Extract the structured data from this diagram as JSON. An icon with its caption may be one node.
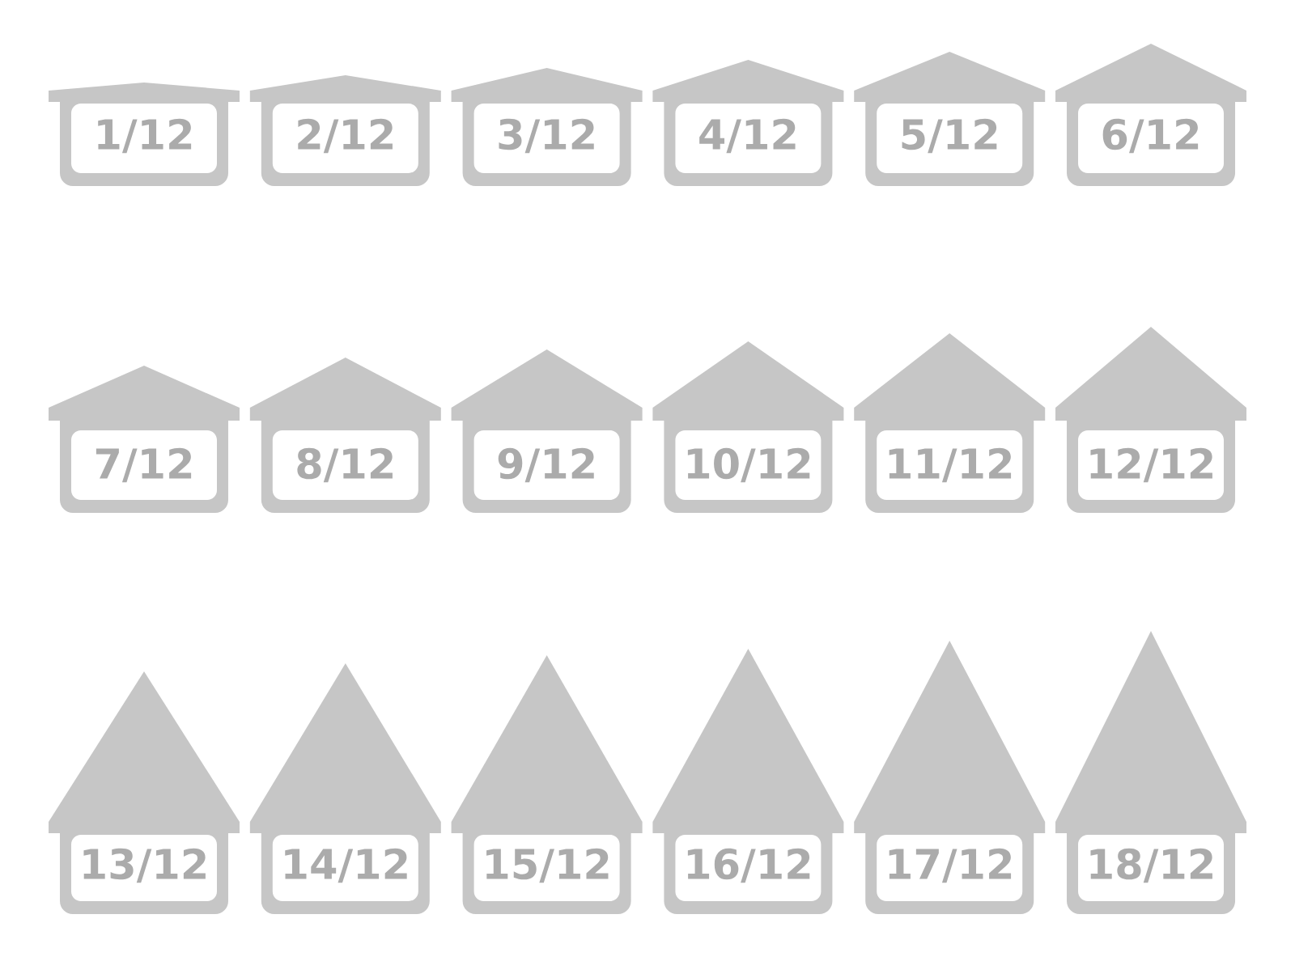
{
  "diagram": {
    "nodes": [
      {
        "text": [
          "1/12"
        ]
      },
      {
        "text": [
          "2/12"
        ]
      },
      {
        "text": [
          "3/12"
        ]
      },
      {
        "text": [
          "4/12"
        ]
      },
      {
        "text": [
          "5/12"
        ]
      },
      {
        "text": [
          "6/12"
        ]
      },
      {
        "text": [
          "7/12"
        ]
      },
      {
        "text": [
          "8/12"
        ]
      },
      {
        "text": [
          "9/12"
        ]
      },
      {
        "text": [
          "10/12"
        ]
      },
      {
        "text": [
          "11/12"
        ]
      },
      {
        "text": [
          "12/12"
        ]
      },
      {
        "text": [
          "13/12"
        ]
      },
      {
        "text": [
          "14/12"
        ]
      },
      {
        "text": [
          "15/12"
        ]
      },
      {
        "text": [
          "16/12"
        ]
      },
      {
        "text": [
          "17/12"
        ]
      },
      {
        "text": [
          "18/12"
        ]
      }
    ]
  }
}
